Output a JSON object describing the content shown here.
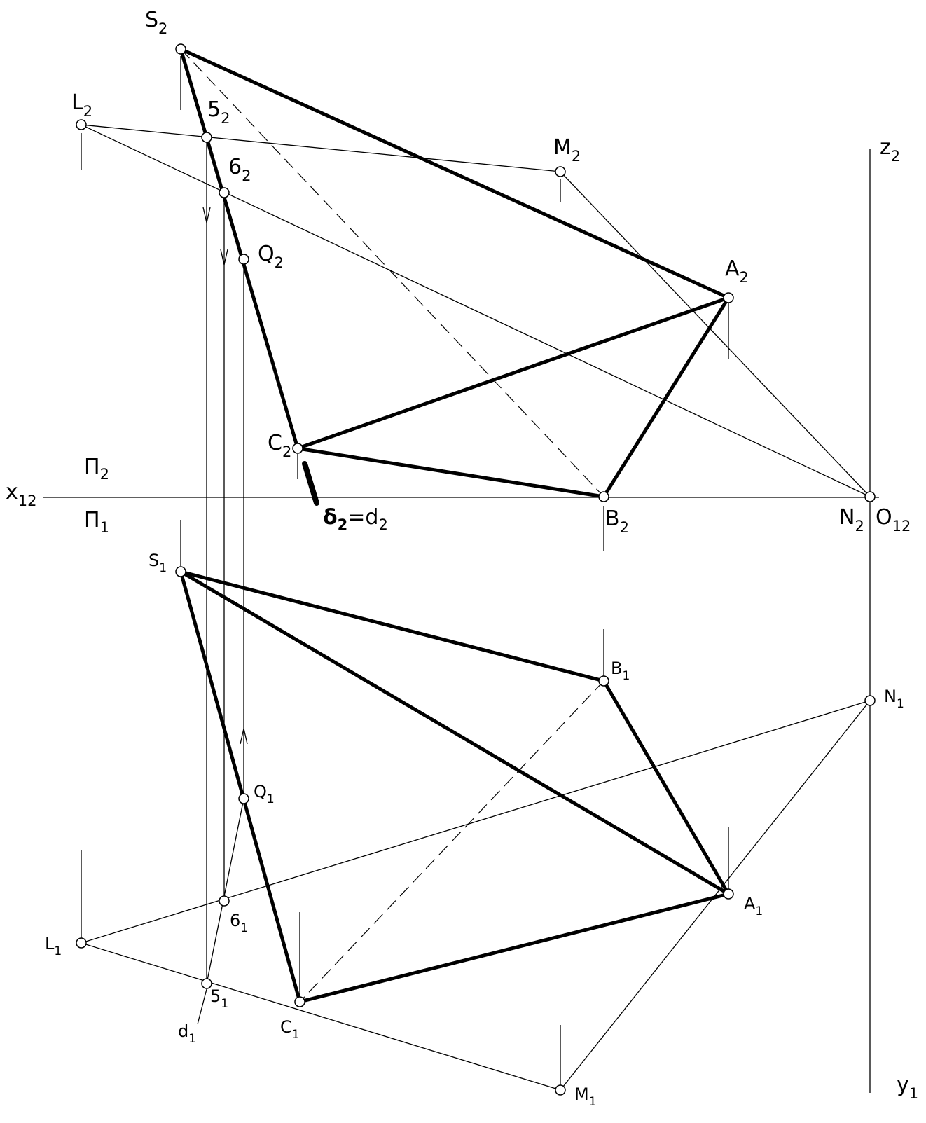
{
  "labels": {
    "S2": {
      "main": "S",
      "sub": "2"
    },
    "L2": {
      "main": "L",
      "sub": "2"
    },
    "five2": {
      "main": "5",
      "sub": "2"
    },
    "six2": {
      "main": "6",
      "sub": "2"
    },
    "M2": {
      "main": "M",
      "sub": "2"
    },
    "Z2": {
      "main": "z",
      "sub": "2"
    },
    "Q2": {
      "main": "Q",
      "sub": "2"
    },
    "A2": {
      "main": "A",
      "sub": "2"
    },
    "C2": {
      "main": "C",
      "sub": "2"
    },
    "Pi2": {
      "main": "П",
      "sub": "2"
    },
    "X12": {
      "main": "x",
      "sub": "12"
    },
    "Pi1": {
      "main": "П",
      "sub": "1"
    },
    "delta2": {
      "main": "δ",
      "sub": "2",
      "rest": "=d",
      "sub2": "2"
    },
    "B2": {
      "main": "B",
      "sub": "2"
    },
    "N2": {
      "main": "N",
      "sub": "2"
    },
    "O12": {
      "main": "O",
      "sub": "12"
    },
    "S1": {
      "main": "S",
      "sub": "1"
    },
    "B1": {
      "main": "B",
      "sub": "1"
    },
    "N1": {
      "main": "N",
      "sub": "1"
    },
    "Q1": {
      "main": "Q",
      "sub": "1"
    },
    "six1": {
      "main": "6",
      "sub": "1"
    },
    "A1": {
      "main": "A",
      "sub": "1"
    },
    "L1": {
      "main": "L",
      "sub": "1"
    },
    "five1": {
      "main": "5",
      "sub": "1"
    },
    "d1": {
      "main": "d",
      "sub": "1"
    },
    "C1": {
      "main": "C",
      "sub": "1"
    },
    "M1": {
      "main": "M",
      "sub": "1"
    },
    "Y1": {
      "main": "y",
      "sub": "1"
    }
  }
}
